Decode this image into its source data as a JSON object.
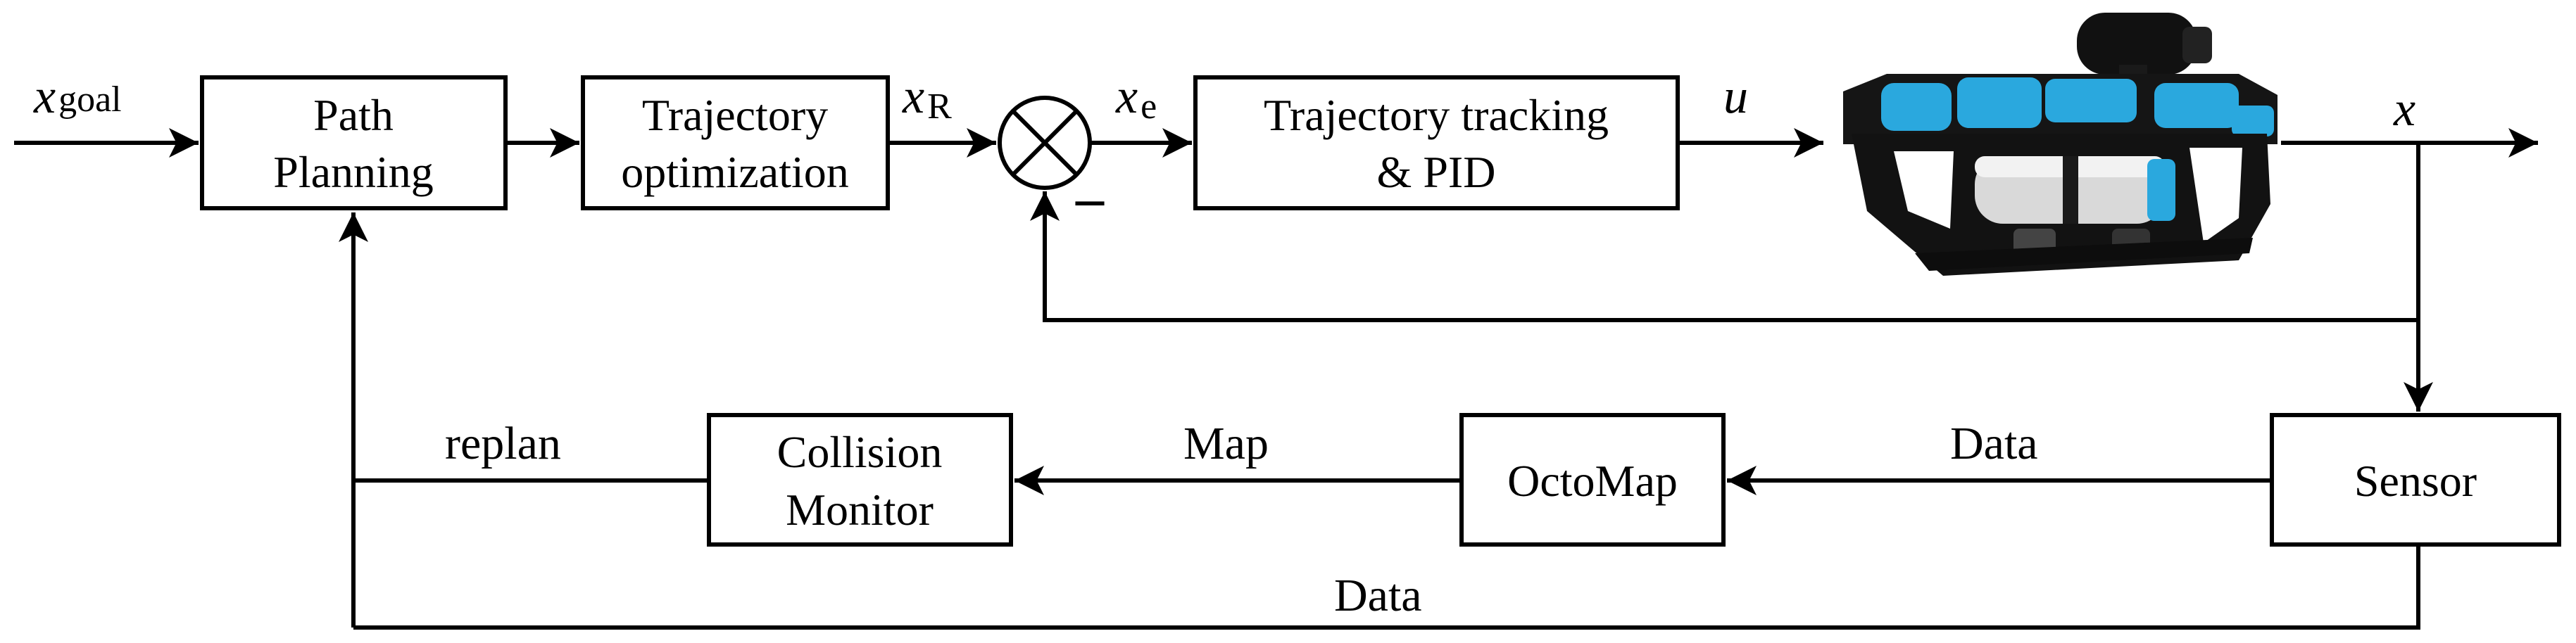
{
  "blocks": {
    "path_planning": [
      "Path",
      "Planning"
    ],
    "trajectory_optimization": [
      "Trajectory",
      "optimization"
    ],
    "tracking_pid": [
      "Trajectory tracking",
      "& PID"
    ],
    "collision_monitor": [
      "Collision",
      "Monitor"
    ],
    "octomap": [
      "OctoMap"
    ],
    "sensor": [
      "Sensor"
    ]
  },
  "signals": {
    "x_goal": {
      "base": "x",
      "sub": "goal"
    },
    "x_r": {
      "base": "x",
      "sub": "R"
    },
    "x_e": {
      "base": "x",
      "sub": "e"
    },
    "u": "u",
    "x": "x",
    "minus": "–"
  },
  "edge_labels": {
    "replan": "replan",
    "map": "Map",
    "data_sensor_octomap": "Data",
    "data_bottom": "Data"
  },
  "icons": {
    "summing_junction": "circled-times",
    "robot": "underwater-rov"
  },
  "colors": {
    "line": "#000000",
    "background": "#ffffff",
    "rov_frame": "#151515",
    "rov_accent": "#2aa8de",
    "rov_tube": "#d9d9d9"
  }
}
